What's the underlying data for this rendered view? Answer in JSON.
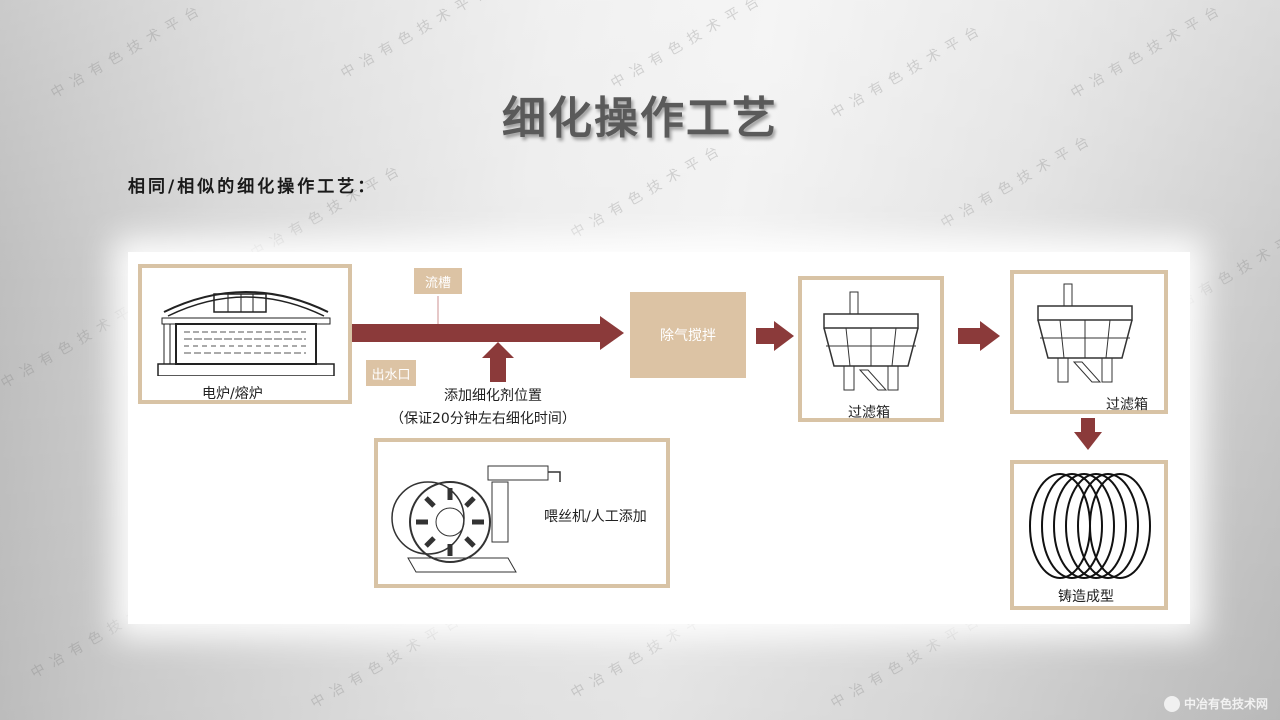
{
  "slide": {
    "title": "细化操作工艺",
    "subtitle": "相同/相似的细化操作工艺："
  },
  "diagram": {
    "nodes": {
      "furnace": {
        "label": "电炉/熔炉",
        "icon": "furnace-icon"
      },
      "launder": {
        "label": "流槽"
      },
      "outlet": {
        "label": "出水口"
      },
      "degassing": {
        "label": "除气搅拌"
      },
      "filter_box_1": {
        "label": "过滤箱",
        "icon": "filter-box-icon"
      },
      "filter_box_2": {
        "label": "过滤箱",
        "icon": "filter-box-icon"
      },
      "casting": {
        "label": "铸造成型",
        "icon": "coil-icon"
      },
      "wire_feeder": {
        "label": "喂丝机/人工添加",
        "icon": "wire-feeder-icon"
      }
    },
    "annotation": {
      "line1": "添加细化剂位置",
      "line2": "（保证20分钟左右细化时间）"
    },
    "colors": {
      "arrow": "#8b3a3a",
      "frame": "#d8c3a5",
      "tan_box": "#dcc3a4"
    }
  },
  "watermark": {
    "text": "中冶有色技术平台",
    "brand": "中冶有色技术网"
  }
}
